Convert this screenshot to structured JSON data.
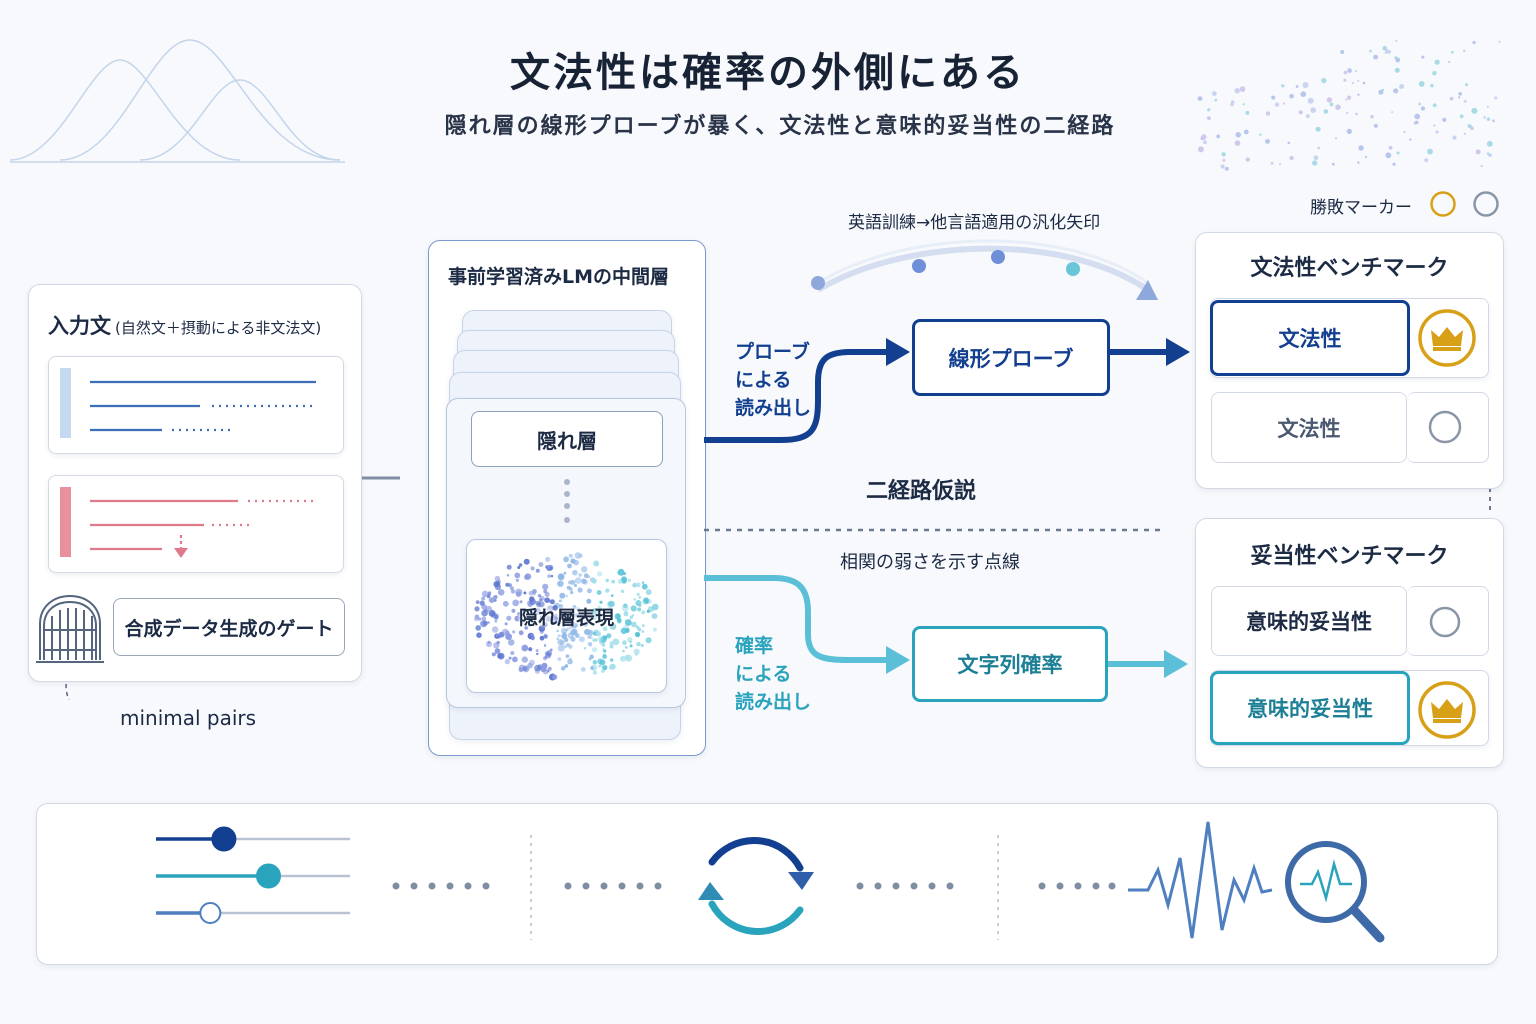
{
  "header": {
    "title": "文法性は確率の外側にある",
    "subtitle": "隠れ層の線形プローブが暴く、文法性と意味的妥当性の二経路"
  },
  "input_panel": {
    "title": "入力文",
    "title_note": "(自然文＋摂動による非文法文)",
    "gate_label": "合成データ生成のゲート",
    "minimal_pairs": "minimal pairs"
  },
  "lm_panel": {
    "title": "事前学習済みLMの中間層",
    "hidden_layer": "隠れ層",
    "hidden_repr": "隠れ層表現"
  },
  "generalization": {
    "label": "英語訓練→他言語適用の汎化矢印"
  },
  "probe_path": {
    "readout_label": [
      "プローブ",
      "による",
      "読み出し"
    ],
    "node": "線形プローブ"
  },
  "hypothesis": {
    "label": "二経路仮説",
    "dotted_note": "相関の弱さを示す点線"
  },
  "prob_path": {
    "readout_label": [
      "確率",
      "による",
      "読み出し"
    ],
    "node": "文字列確率"
  },
  "winner_legend": {
    "label": "勝敗マーカー"
  },
  "grammar_bench": {
    "title": "文法性ベンチマーク",
    "rows": [
      {
        "label": "文法性",
        "winner": true
      },
      {
        "label": "文法性",
        "winner": false
      }
    ]
  },
  "plausibility_bench": {
    "title": "妥当性ベンチマーク",
    "rows": [
      {
        "label": "意味的妥当性",
        "winner": false
      },
      {
        "label": "意味的妥当性",
        "winner": true
      }
    ]
  },
  "bottom_panel": {
    "sliders": [
      {
        "level": 0.35
      },
      {
        "level": 0.58
      },
      {
        "level": 0.28
      }
    ],
    "icons": [
      "sliders-icon",
      "refresh-cycle-icon",
      "waveform-icon",
      "magnifier-waveform-icon"
    ]
  },
  "colors": {
    "dark_blue": "#123f8f",
    "teal": "#2aa3bd",
    "gold": "#d8a017",
    "pink": "#e07a8a",
    "light_blue": "#4f7fc0"
  }
}
